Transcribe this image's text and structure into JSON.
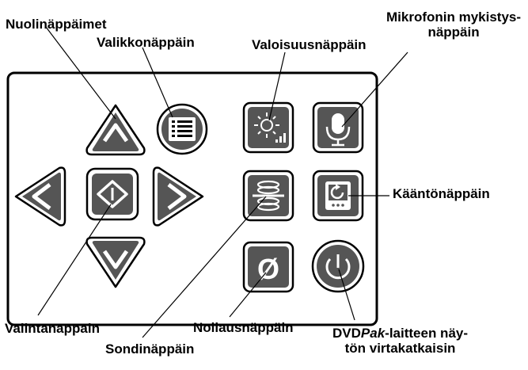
{
  "labels": {
    "arrow_keys": "Nuolinäppäimet",
    "menu_key": "Valikkonäppäin",
    "brightness_key": "Valoisuusnäppäin",
    "mic_mute_key": "Mikrofonin mykistys-\nnäppäin",
    "rotate_key": "Kääntönäppäin",
    "select_key": "Valintanäppäin",
    "sonde_key": "Sondinäppäin",
    "zero_key": "Nollausnäppäin",
    "power_pre": "DVD",
    "power_italic": "Pak",
    "power_post": "-laitteen näy-\ntön virtakatkaisin"
  },
  "keys": {
    "zero_symbol": "Ø"
  },
  "icons": {
    "up": "up-arrow-icon",
    "down": "down-arrow-icon",
    "left": "left-arrow-icon",
    "right": "right-arrow-icon",
    "select": "select-diamond-icon",
    "menu": "menu-list-icon",
    "brightness": "brightness-icon",
    "mic": "microphone-icon",
    "sonde": "sonde-coil-icon",
    "rotate": "rotate-screen-icon",
    "zero": "zero-icon",
    "power": "power-icon"
  },
  "colors": {
    "key_fill": "#555555",
    "outline": "#000000",
    "icon": "#ffffff",
    "background": "#ffffff"
  }
}
